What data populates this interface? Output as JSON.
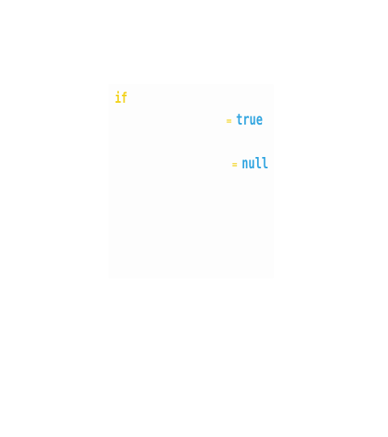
{
  "code": {
    "keyword_if": "if",
    "operator_1": "=",
    "value_1": "true",
    "operator_2": "=",
    "value_2": "null"
  },
  "colors": {
    "background": "#ffffff",
    "keyword": "#f2d21b",
    "operator": "#f2d21b",
    "literal": "#34a6e0"
  }
}
